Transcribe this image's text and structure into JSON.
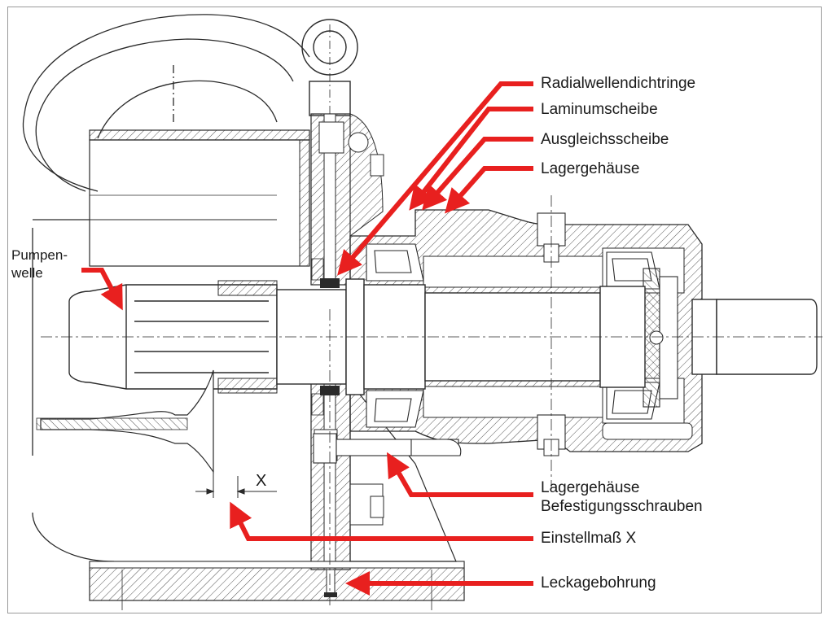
{
  "labels": {
    "radialwellendichtringe": "Radialwellendichtringe",
    "laminumscheibe": "Laminumscheibe",
    "ausgleichsscheibe": "Ausgleichsscheibe",
    "lagergehaeuse": "Lagergehäuse",
    "pumpenwelle_line1": "Pumpen-",
    "pumpenwelle_line2": "welle",
    "befestigung_line1": "Lagergehäuse",
    "befestigung_line2": "Befestigungsschrauben",
    "einstellmass": "Einstellmaß X",
    "leckagebohrung": "Leckagebohrung",
    "dimension_x": "X"
  },
  "colors": {
    "arrow": "#e8201f",
    "drawing": "#2a2a2a",
    "hatch": "#555555",
    "frame": "#9a9a9a"
  }
}
